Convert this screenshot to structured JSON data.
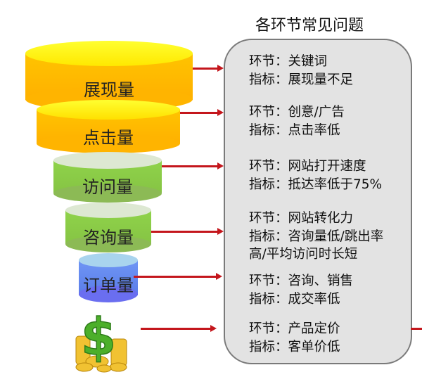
{
  "title": "各环节常见问题",
  "funnel": [
    {
      "label": "展现量",
      "color": "#ffc000"
    },
    {
      "label": "点击量",
      "color": "#ffc000"
    },
    {
      "label": "访问量",
      "color": "#8fce4a"
    },
    {
      "label": "咨询量",
      "color": "#8fce4a"
    },
    {
      "label": "订单量",
      "color": "#6a8ef0"
    }
  ],
  "money_icon": "dollar-coins-icon",
  "arrow_color": "#c4161c",
  "issues": [
    {
      "lines": [
        "环节：关键词",
        "指标：展现量不足"
      ]
    },
    {
      "lines": [
        "环节：创意/广告",
        "指标：点击率低"
      ]
    },
    {
      "lines": [
        "环节：网站打开速度",
        "指标：抵达率低于75%"
      ]
    },
    {
      "lines": [
        "环节：网站转化力",
        "指标：咨询量低/跳出率",
        "高/平均访问时长短"
      ]
    },
    {
      "lines": [
        "环节：咨询、销售",
        "指标：成交率低"
      ]
    },
    {
      "lines": [
        "环节：产品定价",
        "指标：客单价低"
      ]
    }
  ]
}
